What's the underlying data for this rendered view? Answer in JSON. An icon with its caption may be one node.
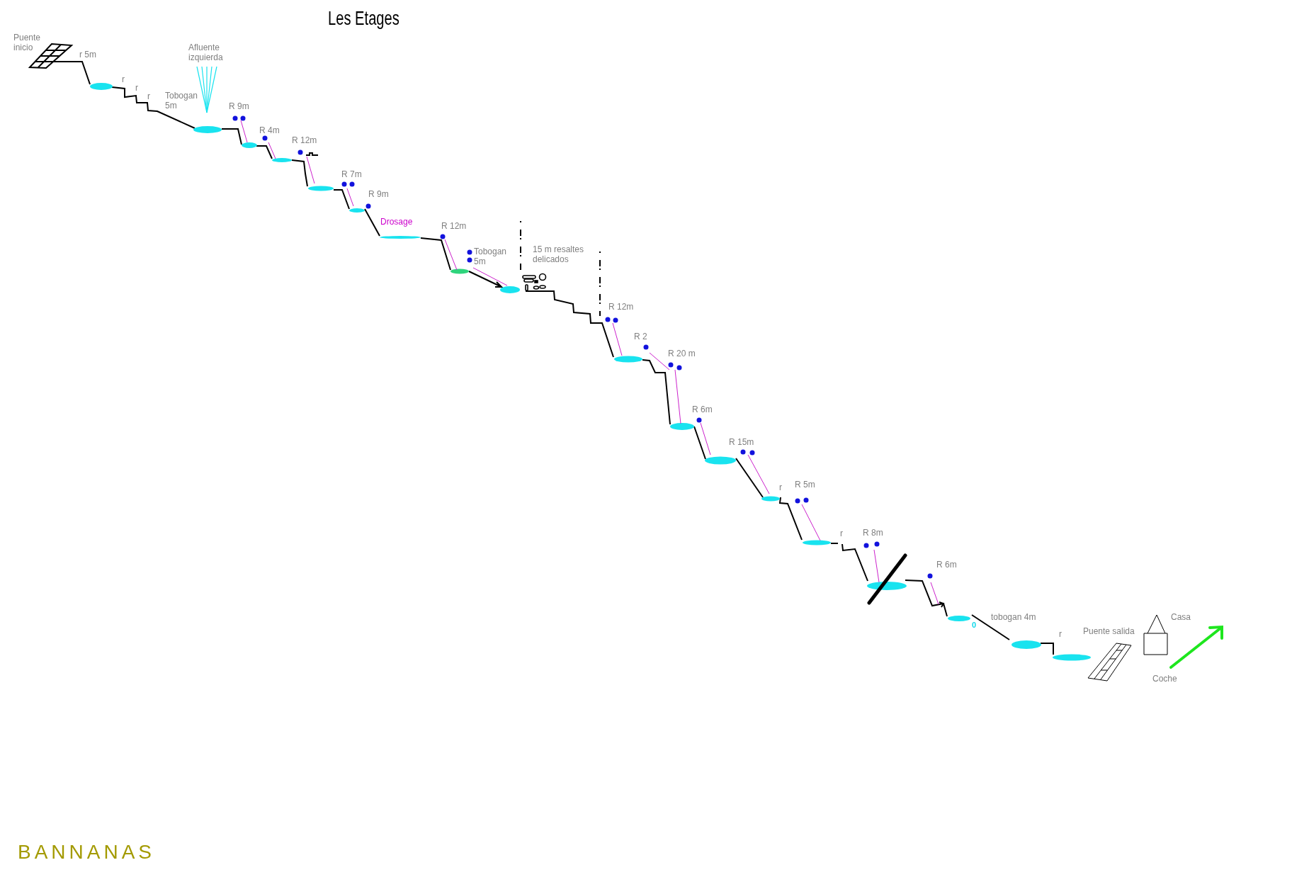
{
  "diagram": {
    "title": "Les Etages",
    "labels": [
      "Puente inicio",
      "r 5m",
      "Afluente izquierda",
      "r",
      "r",
      "r",
      "Tobogan 5m",
      "R 9m",
      "R 4m",
      "R 12m",
      "R 7m",
      "R 9m",
      "Drosage",
      "R 12m",
      "Tobogan 5m",
      "15 m resaltes delicados",
      "R 12m",
      "R 2",
      "R 20 m",
      "R 6m",
      "R 15m",
      "r",
      "R 5m",
      "r",
      "R 8m",
      "R 6m",
      "0",
      "tobogan 4m",
      "r",
      "Puente salida",
      "Casa",
      "Coche",
      "BANNANAS"
    ]
  }
}
